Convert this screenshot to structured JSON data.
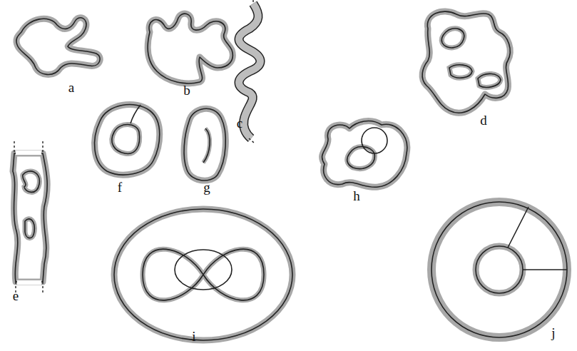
{
  "diagram": {
    "labels": [
      "a",
      "b",
      "c",
      "d",
      "e",
      "f",
      "g",
      "h",
      "i",
      "j"
    ]
  }
}
